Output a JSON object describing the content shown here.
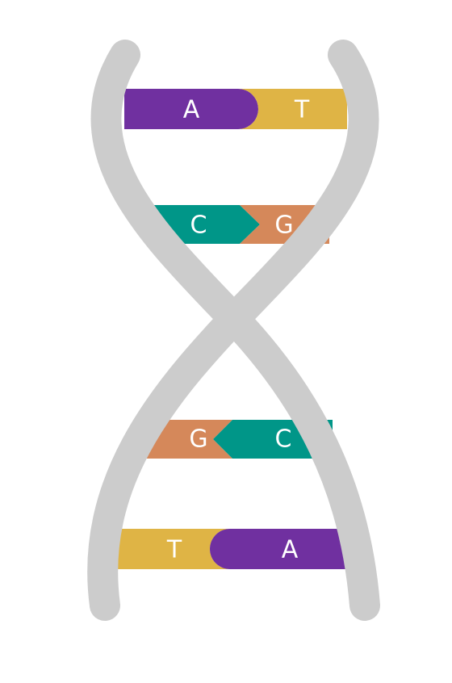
{
  "colors": {
    "backbone": "#cccccc",
    "A": "#7030a0",
    "T": "#dfb445",
    "C": "#009688",
    "G": "#d5885a",
    "label": "#ffffff"
  },
  "base_pairs": [
    {
      "left": "A",
      "right": "T"
    },
    {
      "left": "C",
      "right": "G"
    },
    {
      "left": "G",
      "right": "C"
    },
    {
      "left": "T",
      "right": "A"
    }
  ]
}
